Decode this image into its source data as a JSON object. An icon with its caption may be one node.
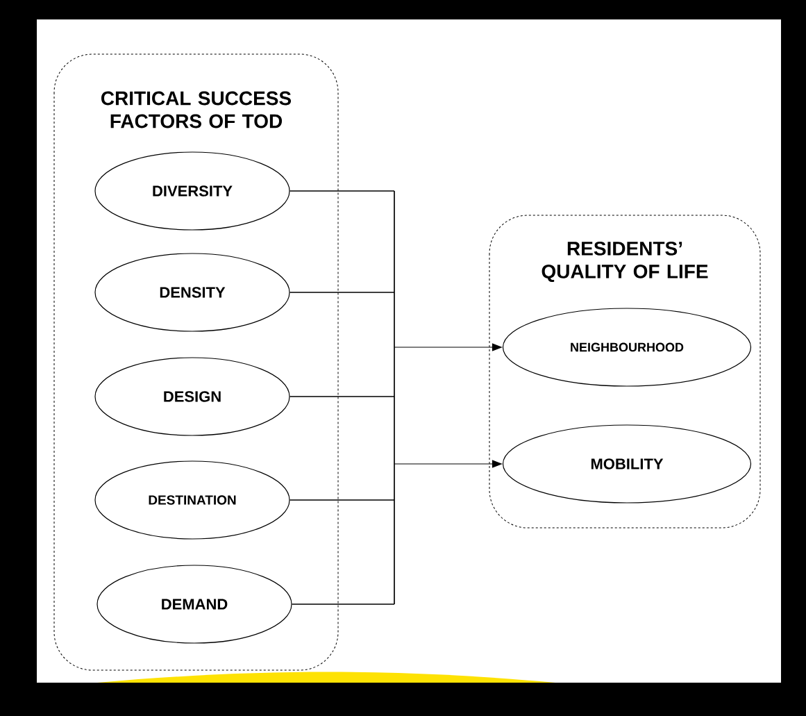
{
  "diagram": {
    "nodes": [
      {
        "text": [
          "CRITICAL SUCCESS FACTORS OF TOD"
        ]
      },
      {
        "text": [
          "DIVERSITY"
        ],
        "in": 0
      },
      {
        "text": [
          "DENSITY"
        ],
        "in": 0
      },
      {
        "text": [
          "DESIGN"
        ],
        "in": 0
      },
      {
        "text": [
          "DESTINATION"
        ],
        "in": 0
      },
      {
        "text": [
          "DEMAND"
        ],
        "in": 0
      },
      {
        "text": [
          "RESIDENTS’ QUALITY OF LIFE"
        ]
      },
      {
        "text": [
          "NEIGHBOURHOOD"
        ],
        "in": 6
      },
      {
        "text": [
          "MOBILITY"
        ],
        "in": 6
      }
    ],
    "edges": [
      {
        "from": 1,
        "to": 7,
        "arrow": "to"
      },
      {
        "from": 1,
        "to": 8,
        "arrow": "to"
      },
      {
        "from": 2,
        "to": 7,
        "arrow": "to"
      },
      {
        "from": 2,
        "to": 8,
        "arrow": "to"
      },
      {
        "from": 3,
        "to": 7,
        "arrow": "to"
      },
      {
        "from": 3,
        "to": 8,
        "arrow": "to"
      },
      {
        "from": 4,
        "to": 7,
        "arrow": "to"
      },
      {
        "from": 4,
        "to": 8,
        "arrow": "to"
      },
      {
        "from": 5,
        "to": 7,
        "arrow": "to"
      },
      {
        "from": 5,
        "to": 8,
        "arrow": "to"
      }
    ]
  }
}
